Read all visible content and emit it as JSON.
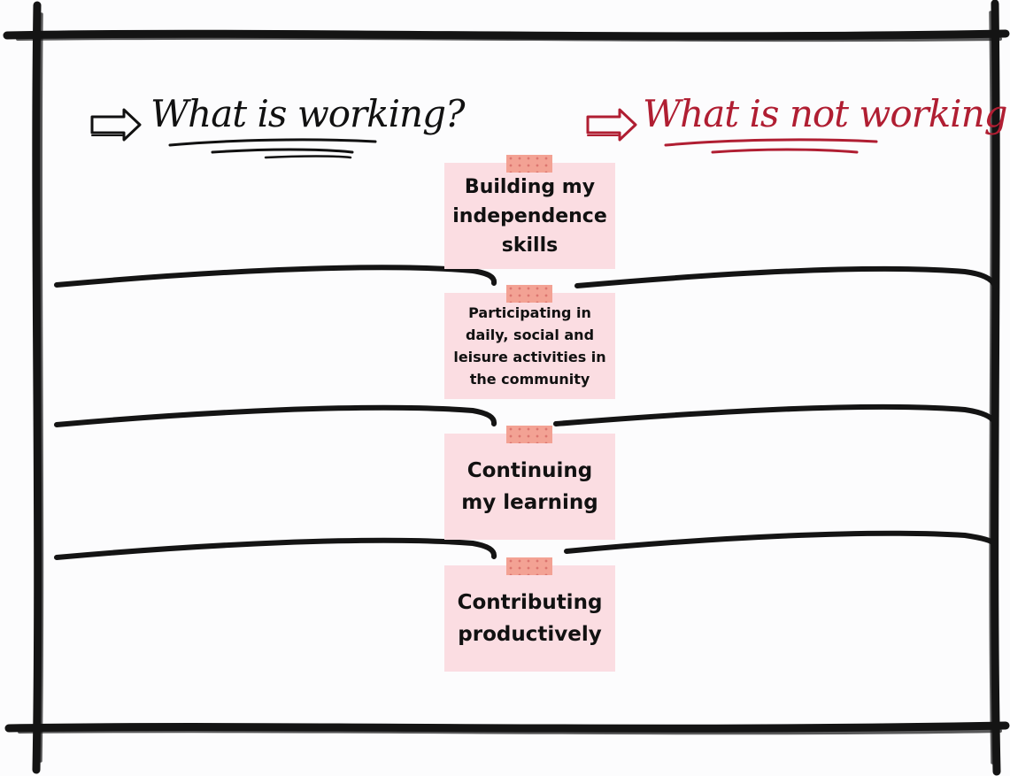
{
  "colors": {
    "background": "#fcfcfd",
    "ink": "#111111",
    "accent": "#b01e32",
    "card": "#fbdde2",
    "tape": "#f3a294"
  },
  "headings": {
    "left": {
      "icon": "right-arrow-icon",
      "text": "What is working?"
    },
    "right": {
      "icon": "right-arrow-icon",
      "text": "What is not working?"
    }
  },
  "cards": [
    {
      "text": "Building my independence skills"
    },
    {
      "text": "Participating in daily, social and leisure activities in the community"
    },
    {
      "text": "Continuing my learning"
    },
    {
      "text": "Contributing productively"
    }
  ]
}
